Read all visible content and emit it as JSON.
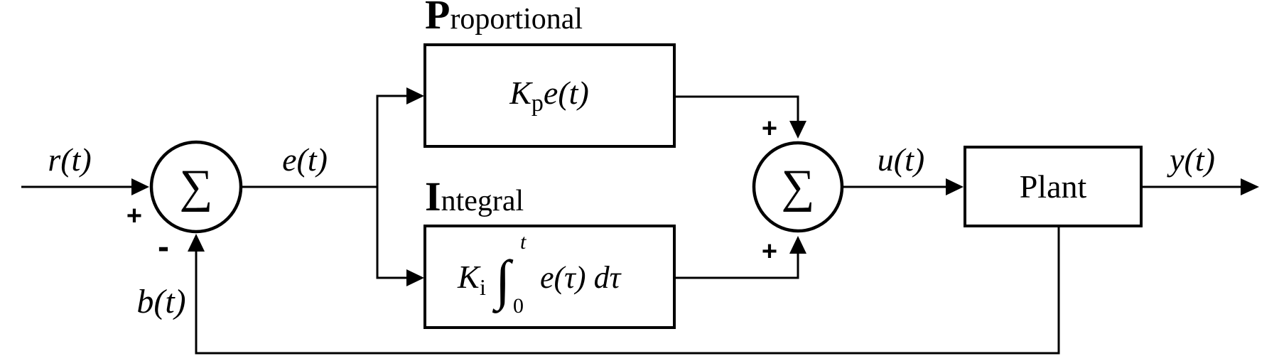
{
  "signals": {
    "reference": "r(t)",
    "error": "e(t)",
    "control": "u(t)",
    "output": "y(t)",
    "feedback": "b(t)"
  },
  "blocks": {
    "proportional": {
      "title_initial": "P",
      "title_rest": "roportional",
      "gain_symbol": "K",
      "gain_subscript": "p",
      "expression": "e(t)"
    },
    "integral": {
      "title_initial": "I",
      "title_rest": "ntegral",
      "gain_symbol": "K",
      "gain_subscript": "i",
      "integral_sign": "∫",
      "lower_limit": "0",
      "upper_limit": "t",
      "integrand": "e(τ) dτ"
    },
    "plant": {
      "label": "Plant"
    }
  },
  "summing_junctions": {
    "error_sum": {
      "symbol": "∑",
      "sign_reference": "+",
      "sign_feedback": "-"
    },
    "controller_sum": {
      "symbol": "∑",
      "sign_top": "+",
      "sign_bottom": "+"
    }
  }
}
